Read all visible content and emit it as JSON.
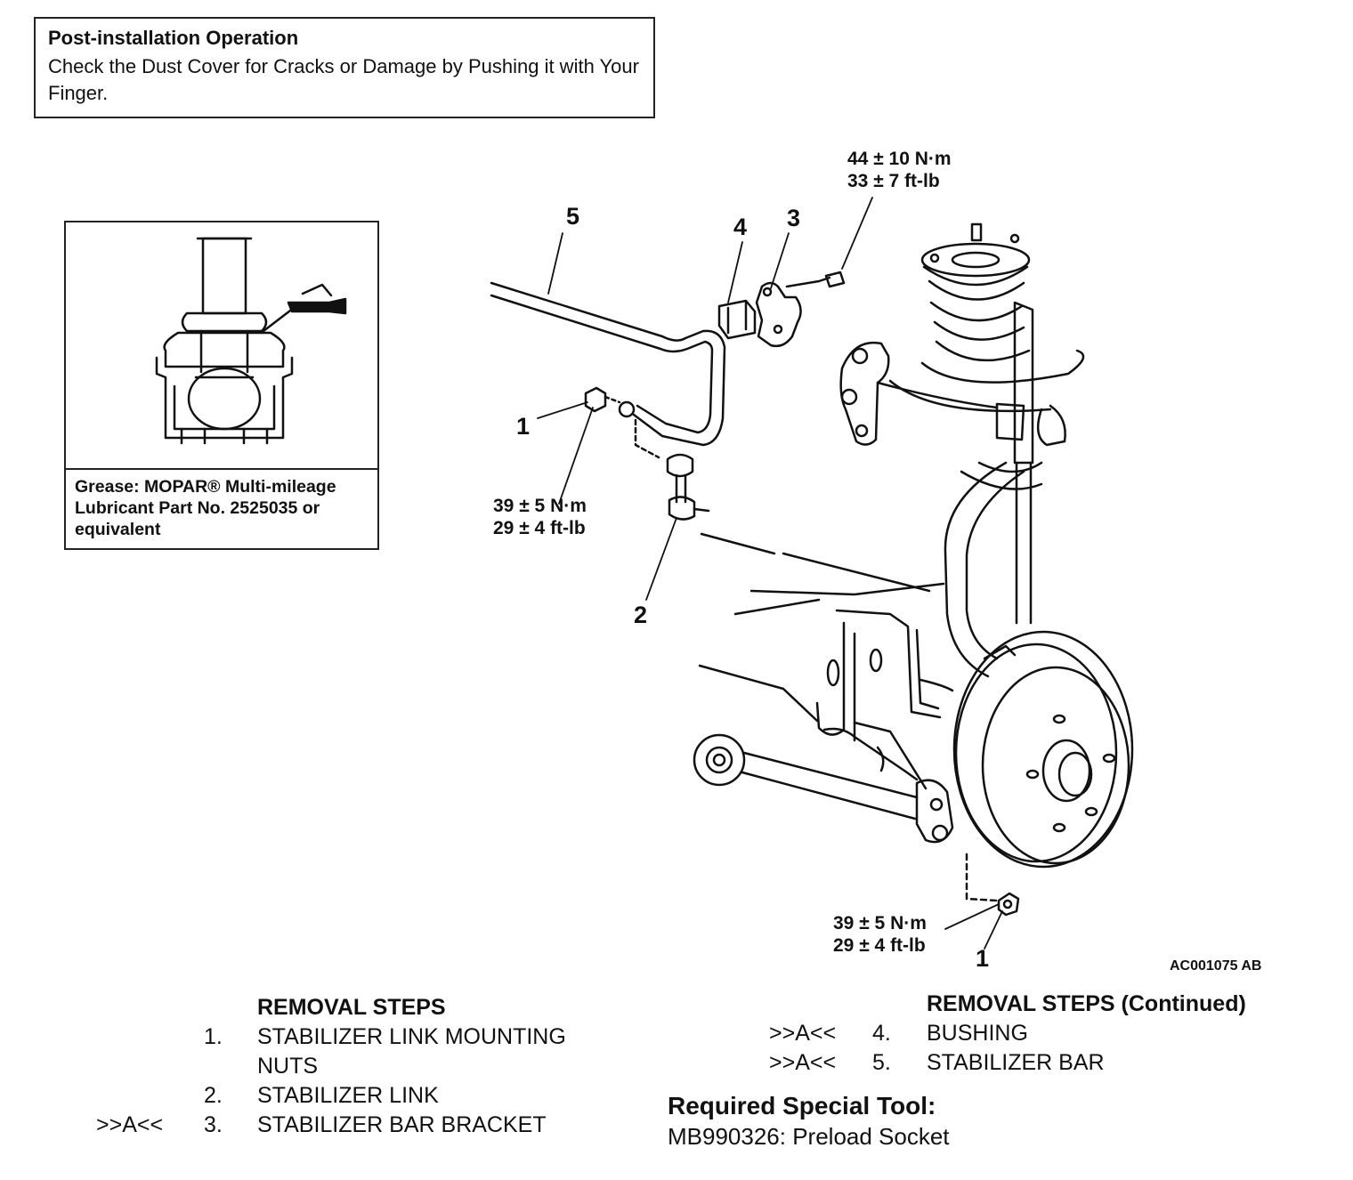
{
  "post_installation": {
    "title": "Post-installation Operation",
    "body": "Check the Dust Cover for Cracks or Damage by Pushing it with Your Finger."
  },
  "grease_note": "Grease: MOPAR® Multi-mileage Lubricant Part No. 2525035 or equivalent",
  "callouts": {
    "c5": "5",
    "c4": "4",
    "c3": "3",
    "c1a": "1",
    "c2": "2",
    "c1b": "1"
  },
  "torques": {
    "bracket_nm": "44 ± 10 N·m",
    "bracket_ftlb": "33 ± 7 ft-lb",
    "link_upper_nm": "39 ± 5 N·m",
    "link_upper_ftlb": "29 ± 4 ft-lb",
    "link_lower_nm": "39 ± 5 N·m",
    "link_lower_ftlb": "29 ± 4 ft-lb"
  },
  "figure_id": "AC001075 AB",
  "removal_steps": {
    "heading": "REMOVAL STEPS",
    "items": [
      {
        "mark": "",
        "num": "1.",
        "text": "STABILIZER LINK MOUNTING"
      },
      {
        "mark": "",
        "num": "",
        "text": "NUTS"
      },
      {
        "mark": "",
        "num": "2.",
        "text": "STABILIZER LINK"
      },
      {
        "mark": ">>A<<",
        "num": "3.",
        "text": "STABILIZER BAR BRACKET"
      }
    ]
  },
  "removal_steps_continued": {
    "heading": "REMOVAL STEPS (Continued)",
    "items": [
      {
        "mark": ">>A<<",
        "num": "4.",
        "text": "BUSHING"
      },
      {
        "mark": ">>A<<",
        "num": "5.",
        "text": "STABILIZER BAR"
      }
    ]
  },
  "special_tool": {
    "heading": "Required Special Tool:",
    "value": "MB990326: Preload Socket"
  }
}
